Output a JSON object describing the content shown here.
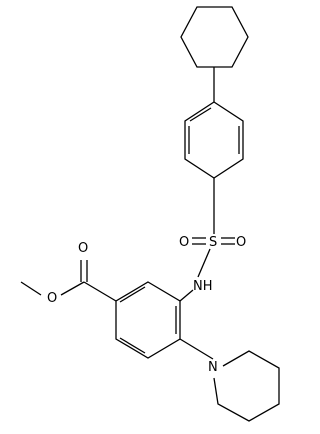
{
  "structure": {
    "kind": "chemical-structure",
    "atom_labels": {
      "sulfur": "S",
      "sulfonyl_oxygen_left": "O",
      "sulfonyl_oxygen_right": "O",
      "amine_nh": "NH",
      "ester_carbonyl_oxygen": "O",
      "ester_ether_oxygen": "O",
      "piperidine_nitrogen": "N"
    },
    "colors": {
      "bond": "#000000",
      "label": "#000000",
      "background": "#ffffff"
    }
  }
}
